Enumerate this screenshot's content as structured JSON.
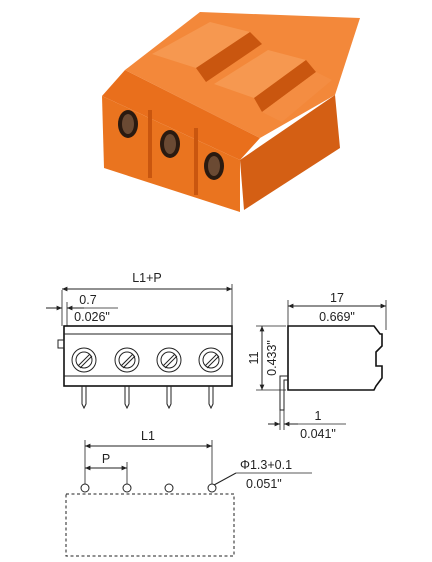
{
  "product_photo": {
    "description_icon": "terminal-block-photo",
    "body_color": "#f07a1e",
    "shadow_color": "#c9560f",
    "screw_color": "#1b1b1b"
  },
  "front_view": {
    "overall_width_label": "L1+P",
    "offset_mm": "0.7",
    "offset_in": "0.026\""
  },
  "side_view": {
    "depth_mm": "17",
    "depth_in": "0.669\"",
    "height_mm": "11",
    "height_in": "0.433\"",
    "pin_offset_mm": "1",
    "pin_offset_in": "0.041\""
  },
  "footprint": {
    "pitch_span_label": "L1",
    "pitch_label": "P",
    "hole_mm": "Φ1.3+0.1",
    "hole_in": "0.051\""
  }
}
